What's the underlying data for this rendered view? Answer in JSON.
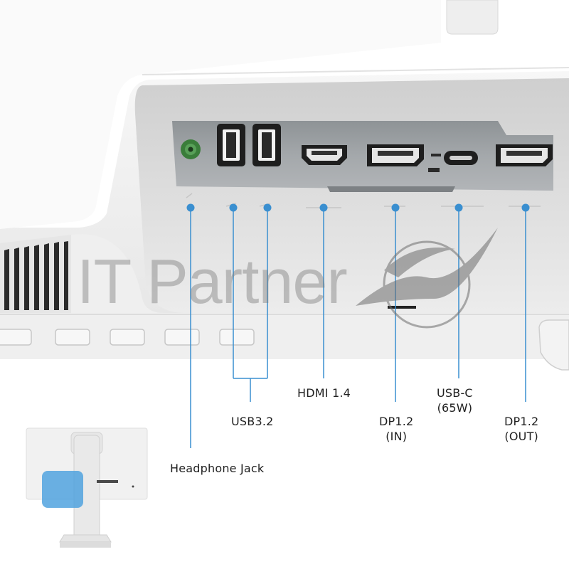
{
  "ports": [
    {
      "id": "headphone",
      "label": "Headphone Jack"
    },
    {
      "id": "usb",
      "label": "USB3.2"
    },
    {
      "id": "hdmi",
      "label": "HDMI 1.4"
    },
    {
      "id": "dp-in",
      "label_line1": "DP1.2",
      "label_line2": "(IN)"
    },
    {
      "id": "usbc",
      "label_line1": "USB-C",
      "label_line2": "(65W)"
    },
    {
      "id": "dp-out",
      "label_line1": "DP1.2",
      "label_line2": "(OUT)"
    }
  ],
  "watermark": "IT Partner",
  "colors": {
    "accent": "#3a8fd0",
    "highlight": "#5aaee6",
    "monitor_body": "#f1f1f1",
    "port_panel": "#9ea3a7",
    "port_dark": "#1e1e1e",
    "jack": "#3a7d3a",
    "label_text": "#1f1f1f"
  },
  "icons": [
    "headphone-jack-port",
    "usb-a-port",
    "hdmi-port",
    "displayport-port",
    "usb-c-port",
    "monitor-thumbnail",
    "partner-logo"
  ]
}
